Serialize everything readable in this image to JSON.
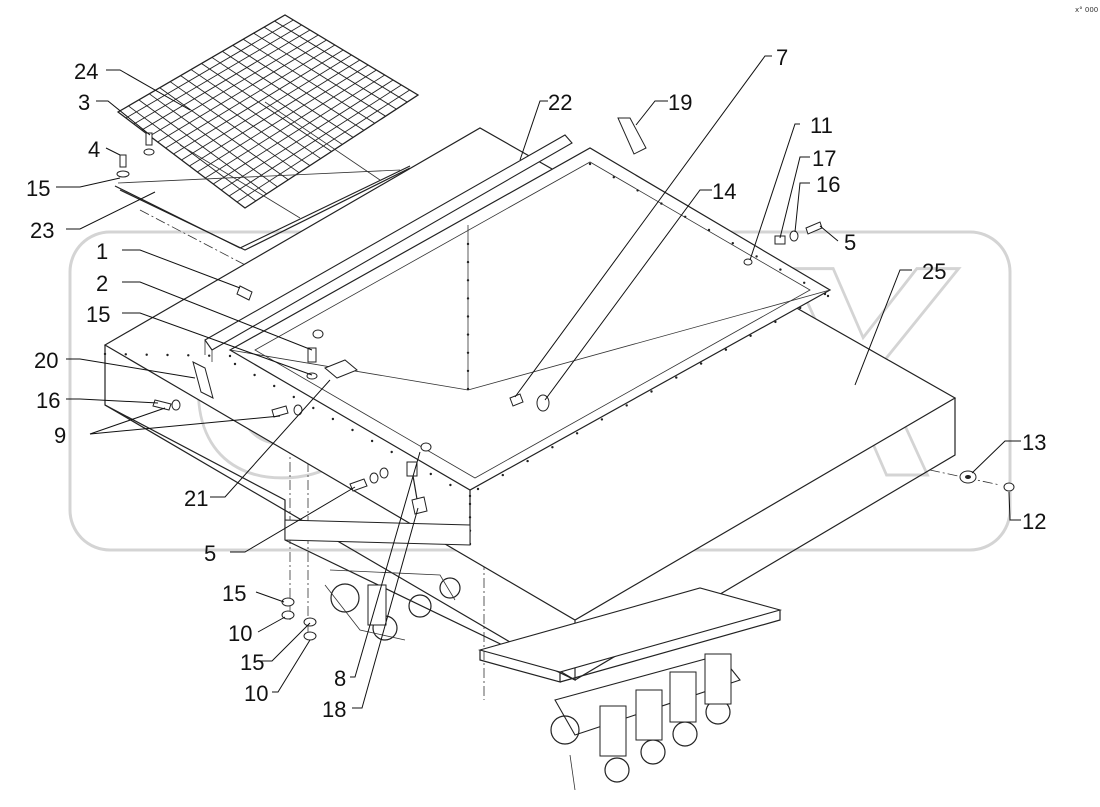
{
  "watermark": "OPEX",
  "corner_mark": "x° 000",
  "callouts": [
    "24",
    "3",
    "4",
    "15",
    "23",
    "1",
    "2",
    "15",
    "20",
    "16",
    "9",
    "21",
    "5",
    "15",
    "10",
    "15",
    "10",
    "8",
    "18",
    "22",
    "19",
    "7",
    "11",
    "17",
    "16",
    "5",
    "14",
    "25",
    "13",
    "12"
  ]
}
